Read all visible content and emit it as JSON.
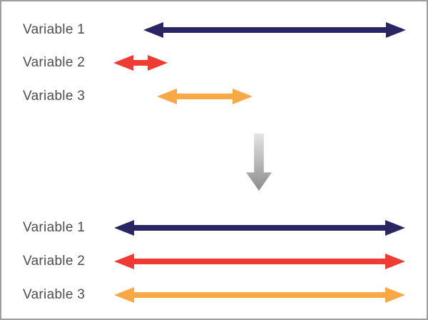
{
  "diagram": {
    "description_colors": {
      "label_text": "#4c4d4f",
      "border": "#9f9f9f",
      "background": "#ffffff"
    },
    "top_rows": [
      {
        "label": "Variable 1",
        "color": "#2a2664"
      },
      {
        "label": "Variable 2",
        "color": "#ef3b33"
      },
      {
        "label": "Variable 3",
        "color": "#f9a846"
      }
    ],
    "down_arrow": {
      "icon": "down-arrow-icon",
      "gradient_top": "#e4e4e4",
      "gradient_bottom": "#8c8c8c"
    },
    "bottom_rows": [
      {
        "label": "Variable 1",
        "color": "#2a2664"
      },
      {
        "label": "Variable 2",
        "color": "#ef3b33"
      },
      {
        "label": "Variable 3",
        "color": "#f9a846"
      }
    ]
  }
}
